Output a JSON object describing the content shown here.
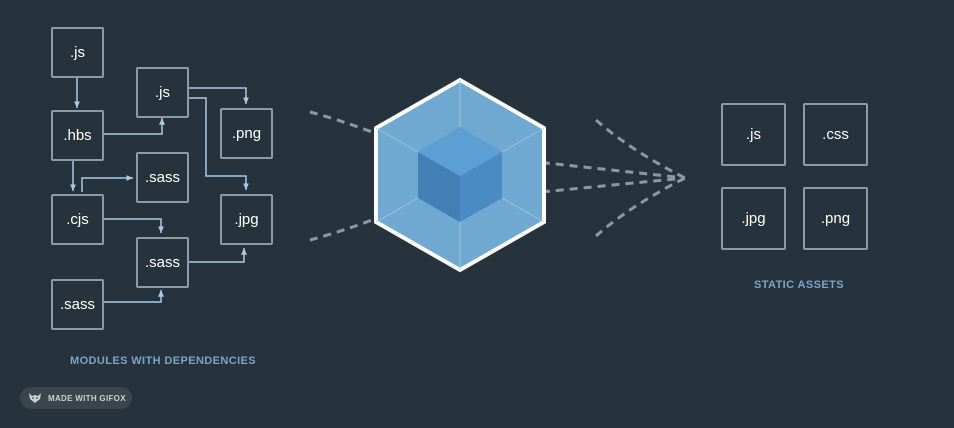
{
  "modules": {
    "label": "MODULES WITH DEPENDENCIES",
    "items": [
      ".js",
      ".hbs",
      ".cjs",
      ".sass",
      ".js",
      ".sass",
      ".sass",
      ".png",
      ".jpg"
    ]
  },
  "assets": {
    "label": "STATIC ASSETS",
    "items": [
      ".js",
      ".css",
      ".jpg",
      ".png"
    ]
  },
  "badge": {
    "text": "MADE WITH GIFOX",
    "icon": "fox-icon"
  },
  "colors": {
    "background": "#26333c",
    "box_border": "#8e9ba3",
    "arrow": "#a9cbe3",
    "label": "#7aa5c4",
    "cube_outer": "#6fa8d0",
    "cube_inner": "#4a8bc4"
  }
}
